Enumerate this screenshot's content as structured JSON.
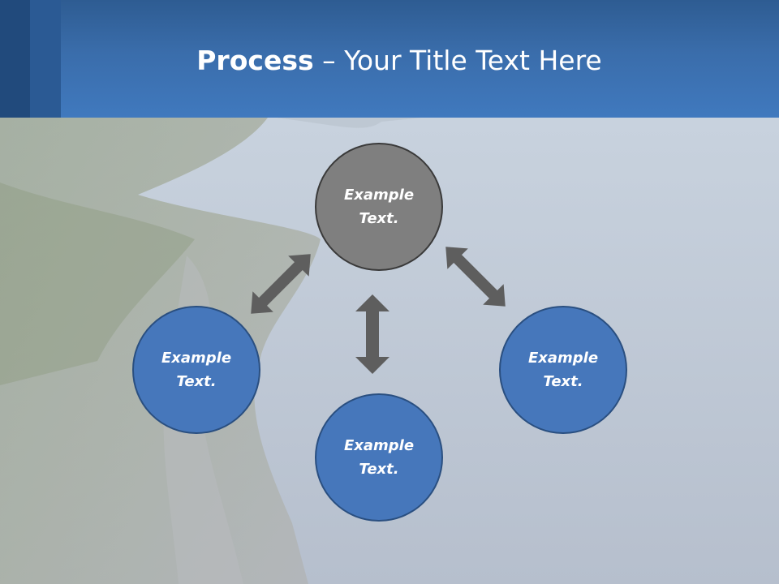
{
  "slide": {
    "title_bold": "Process",
    "title_rest": " – Your Title Text Here"
  },
  "colors": {
    "header": "#3f78bd",
    "node_blue": "#4677bb",
    "node_gray": "#7f7f7f",
    "arrow": "#5e5e5e"
  },
  "diagram": {
    "nodes": [
      {
        "id": "top",
        "line1": "Example",
        "line2": "Text."
      },
      {
        "id": "left",
        "line1": "Example",
        "line2": "Text."
      },
      {
        "id": "bottom",
        "line1": "Example",
        "line2": "Text."
      },
      {
        "id": "right",
        "line1": "Example",
        "line2": "Text."
      }
    ],
    "arrows": [
      {
        "from": "top",
        "to": "left",
        "direction": "bidirectional"
      },
      {
        "from": "top",
        "to": "bottom",
        "direction": "bidirectional"
      },
      {
        "from": "top",
        "to": "right",
        "direction": "bidirectional"
      }
    ],
    "icons": [
      "double-arrow-icon"
    ]
  }
}
